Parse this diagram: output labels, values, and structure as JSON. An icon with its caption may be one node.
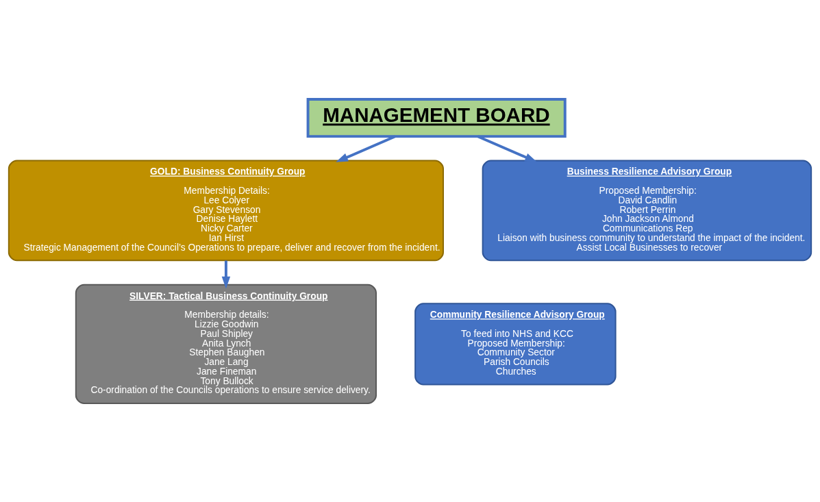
{
  "diagram": {
    "nodes": [
      {
        "text": [
          "MANAGEMENT BOARD"
        ]
      },
      {
        "text": [
          "GOLD: Business Continuity Group",
          "Membership Details:",
          "Lee Colyer",
          "Gary Stevenson",
          "Denise Haylett",
          "Nicky Carter",
          "Ian Hirst",
          "Strategic Management of the Council’s Operations to prepare, deliver and recover from the incident."
        ]
      },
      {
        "text": [
          "Business Resilience Advisory Group",
          "Proposed Membership:",
          "David Candlin",
          "Robert Perrin",
          "John Jackson Almond",
          "Communications Rep",
          "Liaison with business community to understand the impact of the incident.",
          "Assist Local Businesses to recover"
        ]
      },
      {
        "text": [
          "SILVER: Tactical Business Continuity Group",
          "Membership details:",
          "Lizzie Goodwin",
          "Paul Shipley",
          "Anita Lynch",
          "Stephen Baughen",
          "Jane Lang",
          "Jane Fineman",
          "Tony Bullock",
          "Co-ordination of the Councils operations to ensure service delivery."
        ]
      },
      {
        "text": [
          "Community Resilience Advisory Group",
          "To feed into NHS and KCC",
          "Proposed Membership:",
          "Community Sector",
          "Parish Councils",
          "Churches"
        ]
      }
    ],
    "edges": [
      {
        "from": 0,
        "to": 1,
        "arrow": "to"
      },
      {
        "from": 0,
        "to": 2,
        "arrow": "to"
      },
      {
        "from": 1,
        "to": 3,
        "arrow": "to"
      }
    ]
  }
}
